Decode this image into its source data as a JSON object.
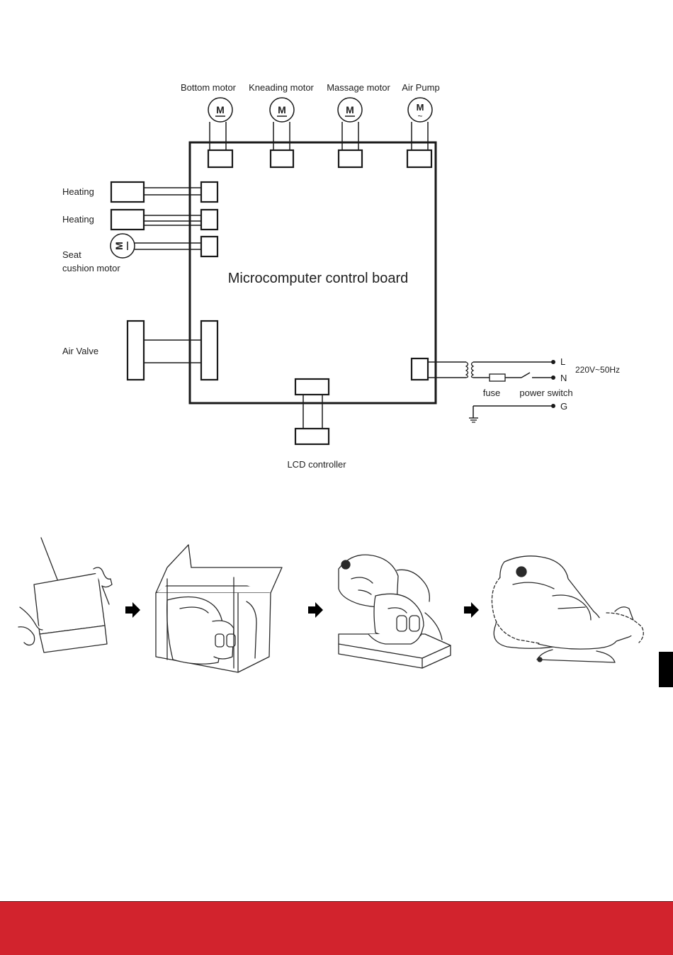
{
  "wiring_diagram": {
    "board_label": "Microcomputer control board",
    "top_components": [
      {
        "label": "Bottom motor",
        "symbol": "M"
      },
      {
        "label": "Kneading motor",
        "symbol": "M"
      },
      {
        "label": "Massage motor",
        "symbol": "M"
      },
      {
        "label": "Air Pump",
        "symbol": "M",
        "sub_symbol": "~"
      }
    ],
    "left_components": [
      {
        "label": "Heating"
      },
      {
        "label": "Heating"
      },
      {
        "label_line1": "Seat",
        "label_line2": "cushion motor",
        "symbol": "M"
      },
      {
        "label": "Air Valve"
      }
    ],
    "bottom_component": {
      "label": "LCD controller"
    },
    "power": {
      "terminal_l": "L",
      "terminal_n": "N",
      "terminal_g": "G",
      "voltage": "220V~50Hz",
      "fuse_label": "fuse",
      "switch_label": "power switch"
    }
  },
  "unpacking_steps": [
    {
      "step": "unbox",
      "icon": "carton-lift-icon"
    },
    {
      "step": "open-box",
      "icon": "boxed-chair-icon"
    },
    {
      "step": "chair-on-base",
      "icon": "massage-chair-icon"
    },
    {
      "step": "recline",
      "icon": "reclining-chair-icon"
    }
  ],
  "step_arrow_icon": "right-arrow-icon",
  "colors": {
    "footer": "#d2232d",
    "line": "#1a1a1a",
    "side_tab": "#000000"
  }
}
